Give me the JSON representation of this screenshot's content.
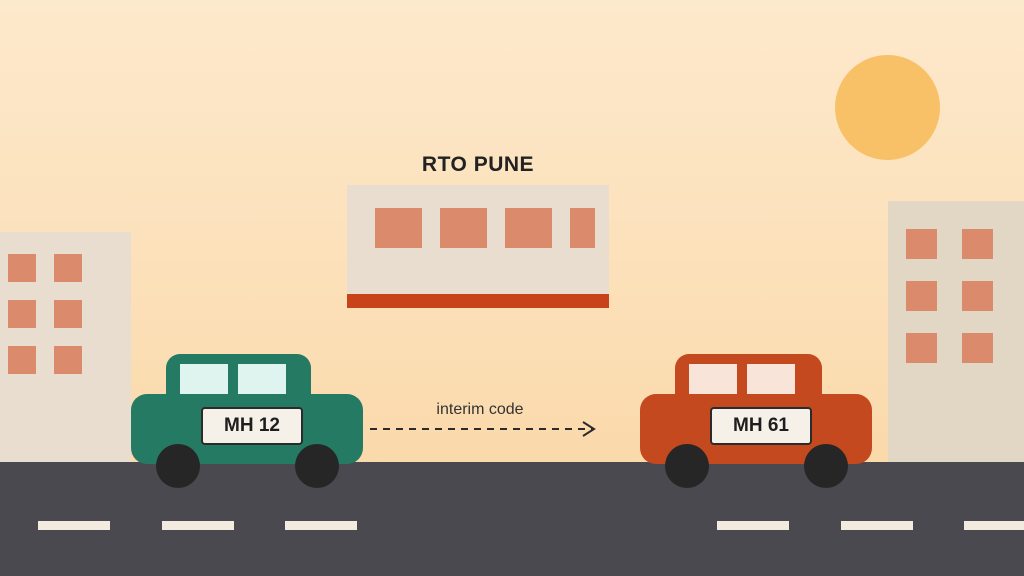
{
  "scene": {
    "title": "RTO PUNE",
    "arrow_label": "interim code",
    "car_left_plate": "MH 12",
    "car_right_plate": "MH 61"
  },
  "colors": {
    "sun": "#f8c168",
    "building": "#e8ddcf",
    "building_right": "#e2d6c5",
    "window": "#db8a6b",
    "rto_stripe": "#c9431a",
    "road": "#4a4950",
    "road_dash": "#f4ebe0",
    "car_left": "#257a63",
    "car_right": "#c4491f",
    "car_window_left": "#dff3ef",
    "car_window_right": "#f8e4d8",
    "plate": "#f6f1e8",
    "wheel": "#262626"
  },
  "icons": {
    "sun": "sun-icon",
    "arrow": "dashed-arrow-icon"
  }
}
